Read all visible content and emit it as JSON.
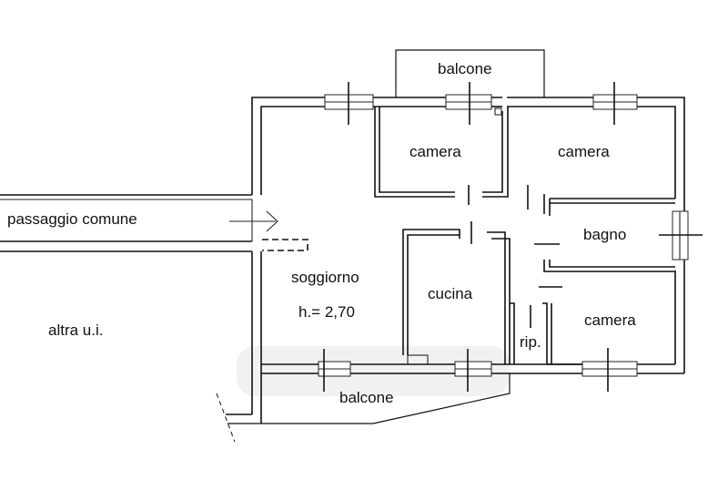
{
  "plan": {
    "title": "Floor plan",
    "labels": {
      "passage": "passaggio comune",
      "other_unit": "altra u.i.",
      "living": "soggiorno",
      "height": "h.= 2,70",
      "kitchen": "cucina",
      "bedroom_1": "camera",
      "bedroom_2": "camera",
      "bedroom_3": "camera",
      "bathroom": "bagno",
      "storage": "rip.",
      "balcony_top": "balcone",
      "balcony_bottom": "balcone"
    },
    "colors": {
      "line": "#111111",
      "background": "#ffffff"
    }
  }
}
